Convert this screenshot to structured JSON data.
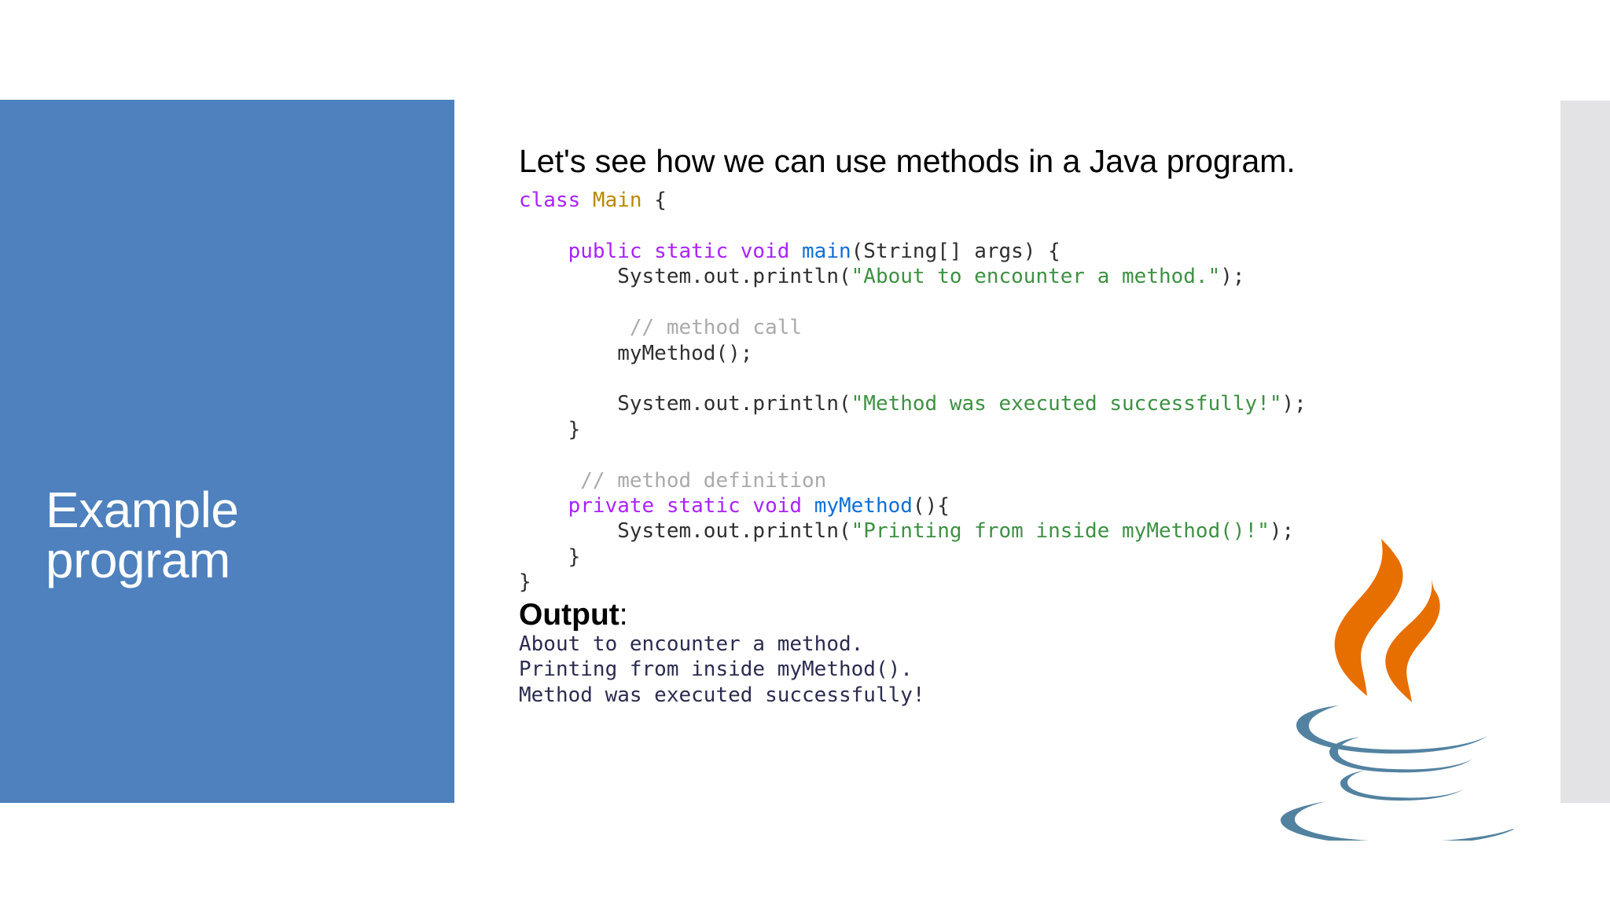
{
  "slide": {
    "title_lines": "Example\nprogram",
    "lead_text": "Let's see how we can use methods in a Java program.",
    "accent_color": "#4E81BD",
    "right_panel_color": "#E3E3E5"
  },
  "code": {
    "language": "java",
    "colors": {
      "keyword": "#AA22FF",
      "class_name": "#BB8800",
      "function": "#0F6FD8",
      "string": "#3D9142",
      "comment": "#AAAAAA",
      "plain": "#2F2F2F"
    },
    "plain_text": "class Main {\n\n    public static void main(String[] args) {\n        System.out.println(\"About to encounter a method.\");\n\n         // method call\n        myMethod();\n\n        System.out.println(\"Method was executed successfully!\");\n    }\n\n     // method definition\n    private static void myMethod(){\n        System.out.println(\"Printing from inside myMethod()!\");\n    }\n}",
    "lines": [
      [
        {
          "t": "class ",
          "c": "kw"
        },
        {
          "t": "Main",
          "c": "cls"
        },
        {
          "t": " {",
          "c": "pln"
        }
      ],
      [],
      [
        {
          "t": "    public static void ",
          "c": "kw"
        },
        {
          "t": "main",
          "c": "fn"
        },
        {
          "t": "(String[] args) {",
          "c": "pln"
        }
      ],
      [
        {
          "t": "        System.out.println(",
          "c": "pln"
        },
        {
          "t": "\"About to encounter a method.\"",
          "c": "str"
        },
        {
          "t": ");",
          "c": "pln"
        }
      ],
      [],
      [
        {
          "t": "         // method call",
          "c": "cmt"
        }
      ],
      [
        {
          "t": "        myMethod();",
          "c": "pln"
        }
      ],
      [],
      [
        {
          "t": "        System.out.println(",
          "c": "pln"
        },
        {
          "t": "\"Method was executed successfully!\"",
          "c": "str"
        },
        {
          "t": ");",
          "c": "pln"
        }
      ],
      [
        {
          "t": "    }",
          "c": "pln"
        }
      ],
      [],
      [
        {
          "t": "     // method definition",
          "c": "cmt"
        }
      ],
      [
        {
          "t": "    private static void ",
          "c": "kw"
        },
        {
          "t": "myMethod",
          "c": "fn"
        },
        {
          "t": "(){",
          "c": "pln"
        }
      ],
      [
        {
          "t": "        System.out.println(",
          "c": "pln"
        },
        {
          "t": "\"Printing from inside myMethod()!\"",
          "c": "str"
        },
        {
          "t": ");",
          "c": "pln"
        }
      ],
      [
        {
          "t": "    }",
          "c": "pln"
        }
      ],
      [
        {
          "t": "}",
          "c": "pln"
        }
      ]
    ]
  },
  "output": {
    "label_strong": "Output",
    "label_suffix": ":",
    "text_color": "#2B2B50",
    "lines": [
      "About to encounter a method.",
      "Printing from inside myMethod().",
      "Method was executed successfully!"
    ],
    "text": "About to encounter a method.\nPrinting from inside myMethod().\nMethod was executed successfully!"
  },
  "logo": {
    "name": "java-logo",
    "steam_color": "#E76F00",
    "cup_color": "#5382A1"
  }
}
